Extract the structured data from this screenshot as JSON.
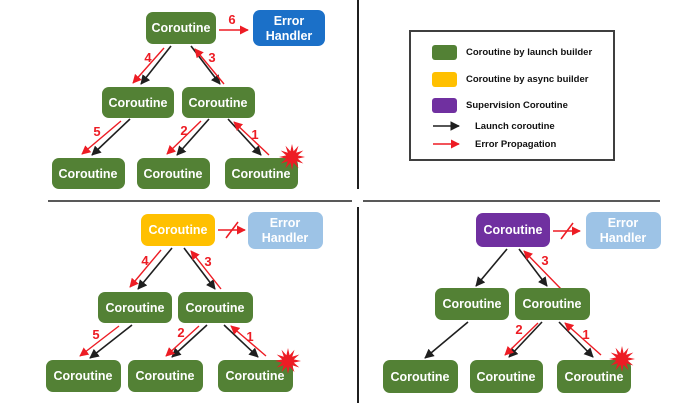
{
  "colors": {
    "launch_green": "#538135",
    "async_yellow": "#FFC000",
    "supervision_purple": "#7030A0",
    "handler_blue": "#1B70C8",
    "handler_inactive_blue": "#9DC3E6",
    "error_red": "#ED1C24",
    "arrow_black": "#1f1f1f"
  },
  "legend": {
    "items": [
      {
        "label": "Coroutine by launch builder",
        "swatch_color": "#538135"
      },
      {
        "label": "Coroutine by async builder",
        "swatch_color": "#FFC000"
      },
      {
        "label": "Supervision Coroutine",
        "swatch_color": "#7030A0"
      },
      {
        "label": "Launch coroutine",
        "swatch_color": "#1f1f1f"
      },
      {
        "label": "Error Propagation",
        "swatch_color": "#ED1C24"
      }
    ]
  },
  "diagram_launch": {
    "nodes": {
      "root": "Coroutine",
      "mid_left": "Coroutine",
      "mid_right": "Coroutine",
      "bottom_left": "Coroutine",
      "bottom_middle": "Coroutine",
      "bottom_right": "Coroutine"
    },
    "handler": {
      "line1": "Error",
      "line2": "Handler"
    },
    "steps": {
      "error_from_crash": "1",
      "cancel_sibling": "2",
      "error_up": "3",
      "cancel_left_branch": "4",
      "cancel_left_leaf": "5",
      "to_handler": "6"
    }
  },
  "diagram_async": {
    "nodes": {
      "root": "Coroutine",
      "mid_left": "Coroutine",
      "mid_right": "Coroutine",
      "bottom_left": "Coroutine",
      "bottom_middle": "Coroutine",
      "bottom_right": "Coroutine"
    },
    "handler": {
      "line1": "Error",
      "line2": "Handler"
    },
    "steps": {
      "error_from_crash": "1",
      "cancel_sibling": "2",
      "error_up": "3",
      "cancel_left_branch": "4",
      "cancel_left_leaf": "5"
    }
  },
  "diagram_supervision": {
    "nodes": {
      "root": "Coroutine",
      "mid_left": "Coroutine",
      "mid_right": "Coroutine",
      "bottom_left": "Coroutine",
      "bottom_middle": "Coroutine",
      "bottom_right": "Coroutine"
    },
    "handler": {
      "line1": "Error",
      "line2": "Handler"
    },
    "steps": {
      "error_from_crash": "1",
      "cancel_sibling": "2",
      "error_up": "3"
    }
  }
}
